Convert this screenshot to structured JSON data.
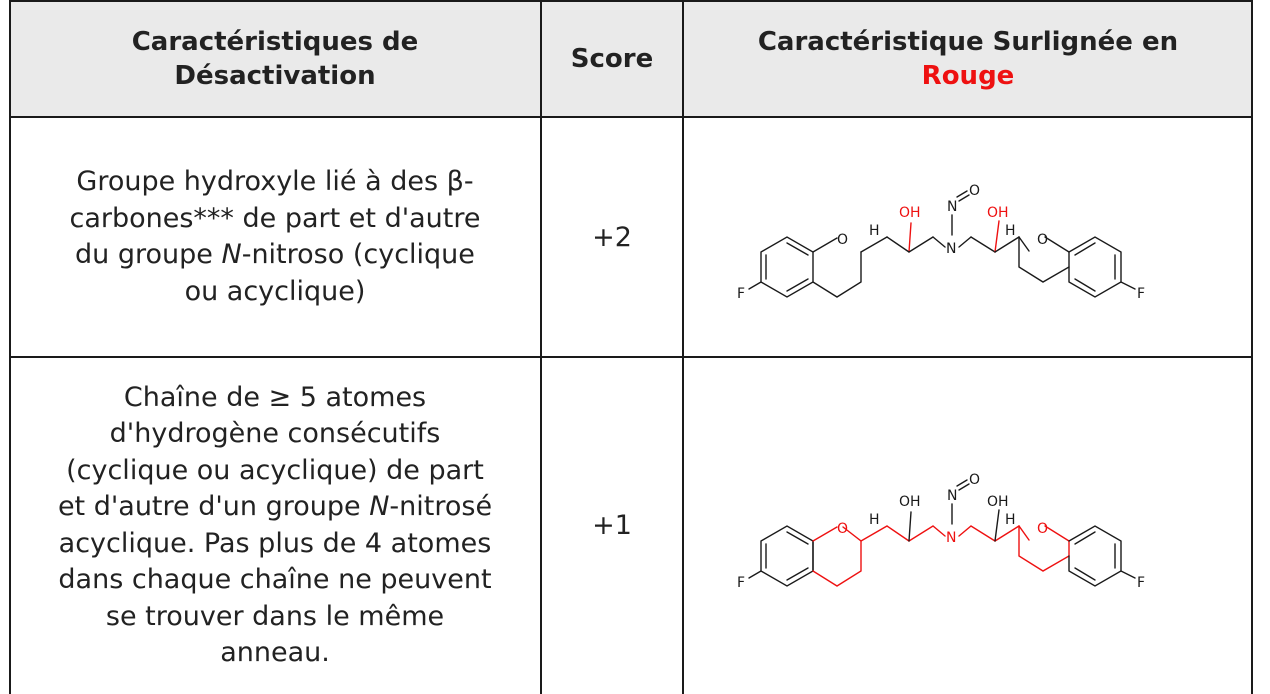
{
  "table": {
    "headers": {
      "features_line1": "Caractéristiques de",
      "features_line2": "Désactivation",
      "score": "Score",
      "highlight_line1": "Caractéristique Surlignée en",
      "highlight_red_word": "Rouge"
    },
    "rows": [
      {
        "description": {
          "l1": "Groupe hydroxyle lié à des β-",
          "l2": "carbones*** de part et d'autre",
          "l3_pre": "du groupe ",
          "l3_italic": "N",
          "l3_post": "-nitroso (cyclique",
          "l4": "ou acyclique)"
        },
        "score": "+2"
      },
      {
        "description": {
          "l1": "Chaîne de ≥ 5 atomes",
          "l2": "d'hydrogène consécutifs",
          "l3": "(cyclique ou acyclique) de part",
          "l4_pre": "et d'autre d'un groupe ",
          "l4_italic": "N",
          "l4_post": "-nitrosé",
          "l5": "acyclique. Pas plus de 4 atomes",
          "l6": "dans chaque chaîne ne peuvent",
          "l7": "se trouver dans le même",
          "l8": "anneau."
        },
        "score": "+1"
      }
    ]
  },
  "structure_labels": {
    "oxygen": "O",
    "hydrogen": "H",
    "hydroxyl": "OH",
    "nitrogen": "N",
    "fluorine": "F"
  },
  "colors": {
    "highlight": "#ee1111",
    "header_bg": "#eaeaea",
    "border": "#1a1a1a"
  }
}
